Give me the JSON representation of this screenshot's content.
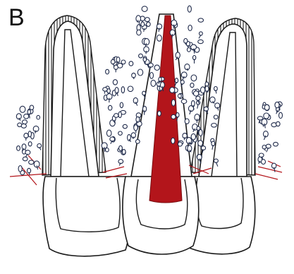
{
  "figure": {
    "panel_label": "B"
  },
  "colors": {
    "outline": "#1a1a1a",
    "pulp_center": "#b3151b",
    "fiber": "#b3151b",
    "cells": "#1f2a4a",
    "background": "#ffffff"
  },
  "elements": {
    "teeth": [
      "left-tooth",
      "center-tooth",
      "right-tooth"
    ],
    "center_pulp": "red-filled",
    "enamel": "hatched",
    "cells": "scattered"
  }
}
